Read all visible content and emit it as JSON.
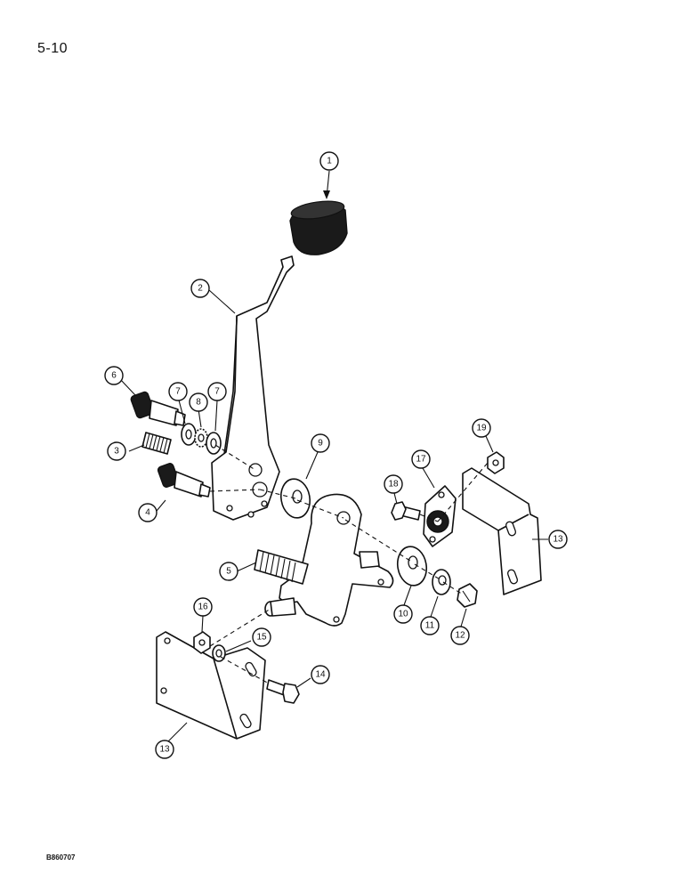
{
  "page": {
    "page_number": "5-10",
    "drawing_code": "B860707"
  },
  "callouts": [
    {
      "id": "c1",
      "label": "1"
    },
    {
      "id": "c2",
      "label": "2"
    },
    {
      "id": "c3",
      "label": "3"
    },
    {
      "id": "c4",
      "label": "4"
    },
    {
      "id": "c5",
      "label": "5"
    },
    {
      "id": "c6",
      "label": "6"
    },
    {
      "id": "c7a",
      "label": "7"
    },
    {
      "id": "c8",
      "label": "8"
    },
    {
      "id": "c7b",
      "label": "7"
    },
    {
      "id": "c9",
      "label": "9"
    },
    {
      "id": "c10",
      "label": "10"
    },
    {
      "id": "c11",
      "label": "11"
    },
    {
      "id": "c12",
      "label": "12"
    },
    {
      "id": "c13a",
      "label": "13"
    },
    {
      "id": "c13b",
      "label": "13"
    },
    {
      "id": "c14",
      "label": "14"
    },
    {
      "id": "c15",
      "label": "15"
    },
    {
      "id": "c16",
      "label": "16"
    },
    {
      "id": "c17",
      "label": "17"
    },
    {
      "id": "c18",
      "label": "18"
    },
    {
      "id": "c19",
      "label": "19"
    }
  ]
}
